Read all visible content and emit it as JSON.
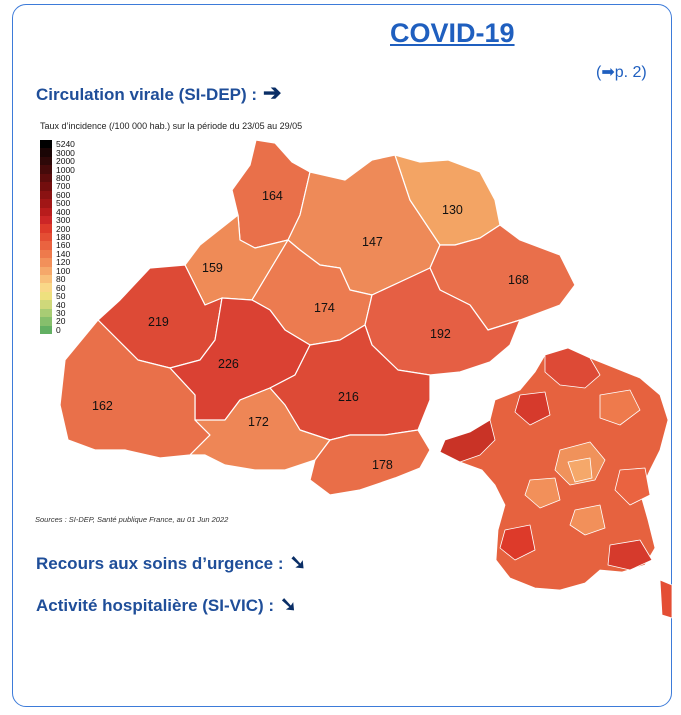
{
  "title": "COVID-19",
  "page_ref": "(➡p. 2)",
  "sections": {
    "circulation": "Circulation virale (SI-DEP) :",
    "circulation_arrow": "➔",
    "urgence": "Recours aux soins d’urgence :",
    "urgence_arrow": "➘",
    "hospital": "Activité hospitalière (SI-VIC) :",
    "hospital_arrow": "➘"
  },
  "map": {
    "title": "Taux d’incidence (/100 000 hab.) sur la période du 23/05 au 29/05",
    "source": "Sources : SI-DEP, Santé publique France, au 01 Jun 2022",
    "legend": [
      {
        "label": "5240",
        "color": "#000000"
      },
      {
        "label": "3000",
        "color": "#1a0505"
      },
      {
        "label": "2000",
        "color": "#2e0808"
      },
      {
        "label": "1000",
        "color": "#450a0a"
      },
      {
        "label": "800",
        "color": "#5c0c0c"
      },
      {
        "label": "700",
        "color": "#730e0e"
      },
      {
        "label": "600",
        "color": "#8a1212"
      },
      {
        "label": "500",
        "color": "#a11616"
      },
      {
        "label": "400",
        "color": "#b81c1c"
      },
      {
        "label": "300",
        "color": "#cc2626"
      },
      {
        "label": "200",
        "color": "#dd3a2a"
      },
      {
        "label": "180",
        "color": "#e44e34"
      },
      {
        "label": "160",
        "color": "#ea6340"
      },
      {
        "label": "140",
        "color": "#ee7a4c"
      },
      {
        "label": "120",
        "color": "#f2905a"
      },
      {
        "label": "100",
        "color": "#f5a86a"
      },
      {
        "label": "80",
        "color": "#f8c07a"
      },
      {
        "label": "60",
        "color": "#f9d888"
      },
      {
        "label": "50",
        "color": "#eee07e"
      },
      {
        "label": "40",
        "color": "#cfd87a"
      },
      {
        "label": "30",
        "color": "#a8cc74"
      },
      {
        "label": "20",
        "color": "#86bf6c"
      },
      {
        "label": "0",
        "color": "#63b063"
      }
    ],
    "regions": [
      {
        "id": "lot",
        "value": "164",
        "color": "#e9704a"
      },
      {
        "id": "aveyron",
        "value": "147",
        "color": "#ee8a58"
      },
      {
        "id": "lozere",
        "value": "130",
        "color": "#f3a464"
      },
      {
        "id": "gard",
        "value": "168",
        "color": "#e96f4b"
      },
      {
        "id": "tarn-et-garonne",
        "value": "159",
        "color": "#ef8b57"
      },
      {
        "id": "tarn",
        "value": "174",
        "color": "#ec7b50"
      },
      {
        "id": "gers",
        "value": "219",
        "color": "#dd4a36"
      },
      {
        "id": "herault",
        "value": "192",
        "color": "#e55f44"
      },
      {
        "id": "haute-garonne",
        "value": "226",
        "color": "#da4133"
      },
      {
        "id": "aude",
        "value": "216",
        "color": "#dd4a36"
      },
      {
        "id": "hautes-pyrenees",
        "value": "162",
        "color": "#e9704a"
      },
      {
        "id": "ariege",
        "value": "172",
        "color": "#ee8656"
      },
      {
        "id": "pyrenees-orientales",
        "value": "178",
        "color": "#e96e48"
      }
    ]
  }
}
